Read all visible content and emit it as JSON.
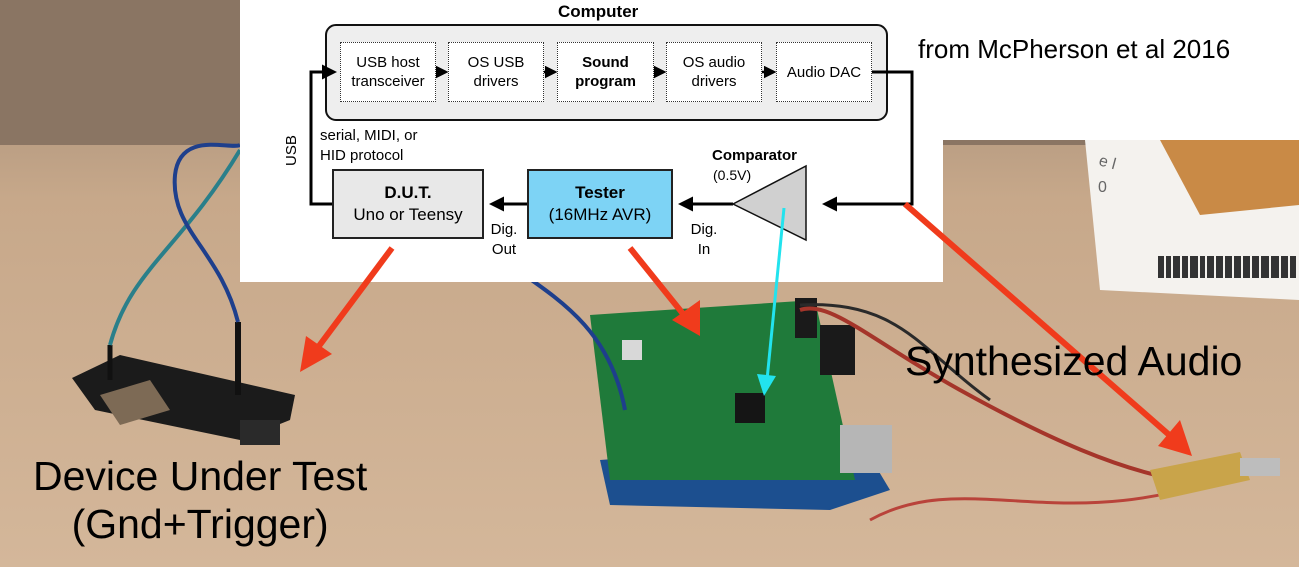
{
  "diagram": {
    "title": "Computer",
    "credit": "from McPherson et al 2016",
    "computer_blocks": [
      {
        "line1": "USB host",
        "line2": "transceiver",
        "bold": false
      },
      {
        "line1": "OS USB",
        "line2": "drivers",
        "bold": false
      },
      {
        "line1": "Sound",
        "line2": "program",
        "bold": true
      },
      {
        "line1": "OS audio",
        "line2": "drivers",
        "bold": false
      },
      {
        "line1": "Audio DAC",
        "line2": "",
        "bold": false
      }
    ],
    "usb_label": "USB",
    "protocol_line1": "serial, MIDI, or",
    "protocol_line2": "HID protocol",
    "dut": {
      "title": "D.U.T.",
      "subtitle": "Uno or Teensy"
    },
    "tester": {
      "title": "Tester",
      "subtitle": "(16MHz AVR)"
    },
    "comparator": {
      "title": "Comparator",
      "threshold": "(0.5V)"
    },
    "dig_out_line1": "Dig.",
    "dig_out_line2": "Out",
    "dig_in_line1": "Dig.",
    "dig_in_line2": "In"
  },
  "photo": {
    "synth_label": "Synthesized Audio",
    "dut_label_line1": "Device Under Test",
    "dut_label_line2": "(Gnd+Trigger)"
  },
  "colors": {
    "arrow_red": "#f03b1c",
    "arrow_cyan": "#22e3ee",
    "tester_fill": "#7dd3f5",
    "pcb_green": "#1f7a3a",
    "table_wood": "#c9a987"
  }
}
